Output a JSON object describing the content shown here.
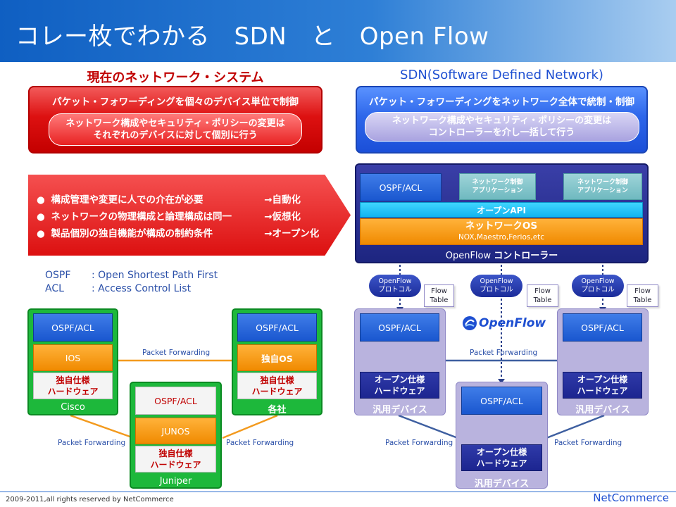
{
  "header": {
    "title": "コレー枚でわかる　SDN　と　Open Flow"
  },
  "left": {
    "title": "現在のネットワーク・システム",
    "box_head": "パケット・フォワーディングを個々のデバイス単位で制御",
    "box_sub_1": "ネットワーク構成やセキュリティ・ポリシーの変更は",
    "box_sub_2": "それぞれのデバイスに対して個別に行う",
    "problems": [
      {
        "text": "構成管理や変更に人での介在が必要",
        "arrow": "→自動化"
      },
      {
        "text": "ネットワークの物理構成と論理構成は同一",
        "arrow": "→仮想化"
      },
      {
        "text": "製品個別の独自機能が構成の制約条件",
        "arrow": "→オープン化"
      }
    ],
    "bullet": "●",
    "legend": [
      {
        "abbr": "OSPF",
        "desc": ": Open Shortest Path First"
      },
      {
        "abbr": "ACL",
        "desc": ": Access Control List"
      }
    ],
    "devices": {
      "cisco": {
        "top": "OSPF/ACL",
        "mid": "IOS",
        "hw_1": "独自仕様",
        "hw_2": "ハードウェア",
        "label": "Cisco"
      },
      "juniper": {
        "top": "OSPF/ACL",
        "mid": "JUNOS",
        "hw_1": "独自仕様",
        "hw_2": "ハードウェア",
        "label": "Juniper"
      },
      "other": {
        "top": "OSPF/ACL",
        "mid": "独自OS",
        "hw_1": "独自仕様",
        "hw_2": "ハードウェア",
        "label": "各社"
      }
    },
    "pf_label": "Packet Forwarding"
  },
  "right": {
    "title": "SDN(Software Defined Network)",
    "box_head": "パケット・フォワーディングをネットワーク全体で統制・制御",
    "box_sub_1": "ネットワーク構成やセキュリティ・ポリシーの変更は",
    "box_sub_2": "コントローラーを介し一括して行う",
    "controller": {
      "ospf": "OSPF/ACL",
      "app_1a": "ネットワーク制御",
      "app_1b": "アプリケーション",
      "app_2a": "ネットワーク制御",
      "app_2b": "アプリケーション",
      "api": "オープンAPI",
      "os": "ネットワークOS",
      "os_sub": "NOX,Maestro,Ferios,etc",
      "label_1": "OpenFlow ",
      "label_2": "コントローラー"
    },
    "protocol_1": "OpenFlow",
    "protocol_2": "プロトコル",
    "flow_1": "Flow",
    "flow_2": "Table",
    "logo": "OpenFlow",
    "devices": {
      "d1": {
        "top": "OSPF/ACL",
        "hw_1": "オープン仕様",
        "hw_2": "ハードウェア",
        "label": "汎用デバイス"
      },
      "d2": {
        "top": "OSPF/ACL",
        "hw_1": "オープン仕様",
        "hw_2": "ハードウェア",
        "label": "汎用デバイス"
      },
      "d3": {
        "top": "OSPF/ACL",
        "hw_1": "オープン仕様",
        "hw_2": "ハードウェア",
        "label": "汎用デバイス"
      }
    },
    "pf_label": "Packet Forwarding"
  },
  "footer": {
    "copyright": "2009-2011,all rights reserved by NetCommerce",
    "brand": "NetCommerce"
  },
  "colors": {
    "red": "#dd1111",
    "blue": "#2d66ea",
    "green": "#1db83b",
    "orange": "#f08a00",
    "navy": "#1c2590",
    "lavender": "#b9b3de"
  }
}
